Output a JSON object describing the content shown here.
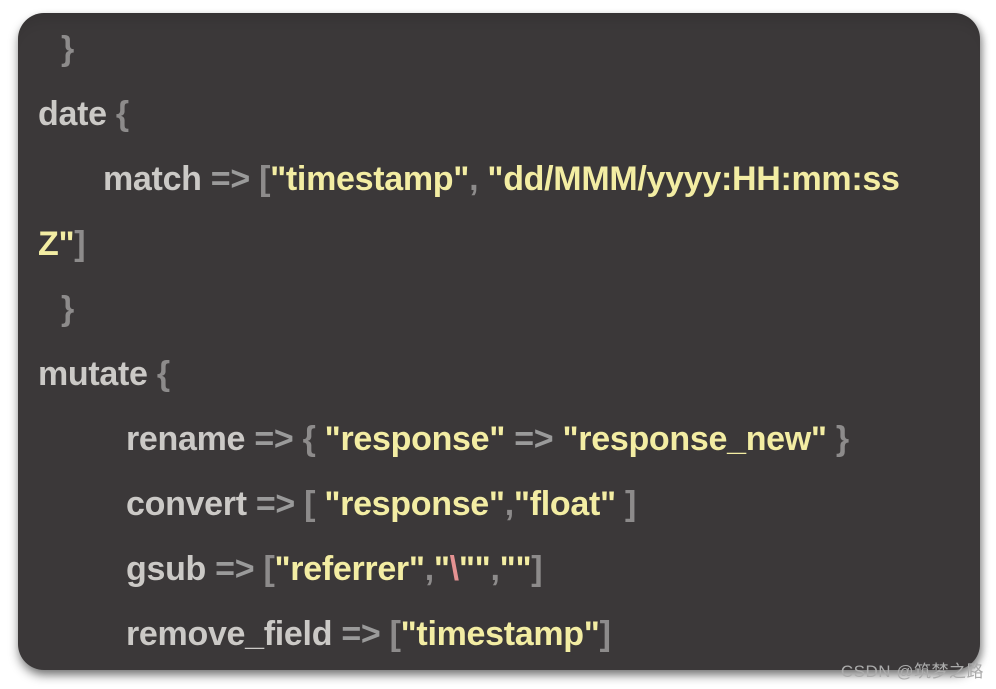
{
  "watermark": "CSDN @筑梦之路",
  "colors": {
    "page_bg": "#ffffff",
    "card_bg": "#3b3839",
    "text_plain": "#cbc9c6",
    "text_op": "#9a9a9a",
    "text_punct": "#8d8b8b",
    "text_string": "#f3eda3",
    "text_escape": "#e59292",
    "text_watermark": "#ababab"
  },
  "code": {
    "language": "logstash-config",
    "lines": [
      {
        "indent": 1,
        "tokens": [
          {
            "t": "}",
            "c": "punct"
          }
        ]
      },
      {
        "indent": 0,
        "tokens": [
          {
            "t": "date ",
            "c": "plain"
          },
          {
            "t": "{",
            "c": "punct"
          }
        ]
      },
      {
        "indent": 2,
        "tokens": [
          {
            "t": "match ",
            "c": "plain"
          },
          {
            "t": "=> ",
            "c": "op"
          },
          {
            "t": "[",
            "c": "punct"
          },
          {
            "t": "\"timestamp\"",
            "c": "string"
          },
          {
            "t": ", ",
            "c": "punct"
          },
          {
            "t": "\"dd/MMM/yyyy:HH:mm:ss",
            "c": "string"
          }
        ]
      },
      {
        "indent": 0,
        "tokens": [
          {
            "t": "Z\"",
            "c": "string"
          },
          {
            "t": "]",
            "c": "punct"
          }
        ]
      },
      {
        "indent": 1,
        "tokens": [
          {
            "t": "}",
            "c": "punct"
          }
        ]
      },
      {
        "indent": 0,
        "tokens": [
          {
            "t": "mutate ",
            "c": "plain"
          },
          {
            "t": "{",
            "c": "punct"
          }
        ]
      },
      {
        "indent": 3,
        "tokens": [
          {
            "t": "rename ",
            "c": "plain"
          },
          {
            "t": "=> ",
            "c": "op"
          },
          {
            "t": "{ ",
            "c": "punct"
          },
          {
            "t": "\"response\"",
            "c": "string"
          },
          {
            "t": " => ",
            "c": "op"
          },
          {
            "t": "\"response_new\"",
            "c": "string"
          },
          {
            "t": " }",
            "c": "punct"
          }
        ]
      },
      {
        "indent": 3,
        "tokens": [
          {
            "t": "convert ",
            "c": "plain"
          },
          {
            "t": "=> ",
            "c": "op"
          },
          {
            "t": "[ ",
            "c": "punct"
          },
          {
            "t": "\"response\"",
            "c": "string"
          },
          {
            "t": ",",
            "c": "punct"
          },
          {
            "t": "\"float\"",
            "c": "string"
          },
          {
            "t": " ]",
            "c": "punct"
          }
        ]
      },
      {
        "indent": 3,
        "tokens": [
          {
            "t": "gsub ",
            "c": "plain"
          },
          {
            "t": "=> ",
            "c": "op"
          },
          {
            "t": "[",
            "c": "punct"
          },
          {
            "t": "\"referrer\"",
            "c": "string"
          },
          {
            "t": ",",
            "c": "punct"
          },
          {
            "t": "\"",
            "c": "string"
          },
          {
            "t": "\\",
            "c": "escape"
          },
          {
            "t": "\"\"",
            "c": "string"
          },
          {
            "t": ",",
            "c": "punct"
          },
          {
            "t": "\"\"",
            "c": "string"
          },
          {
            "t": "]",
            "c": "punct"
          }
        ]
      },
      {
        "indent": 3,
        "tokens": [
          {
            "t": "remove_field ",
            "c": "plain"
          },
          {
            "t": "=> ",
            "c": "op"
          },
          {
            "t": "[",
            "c": "punct"
          },
          {
            "t": "\"timestamp\"",
            "c": "string"
          },
          {
            "t": "]",
            "c": "punct"
          }
        ]
      }
    ]
  }
}
